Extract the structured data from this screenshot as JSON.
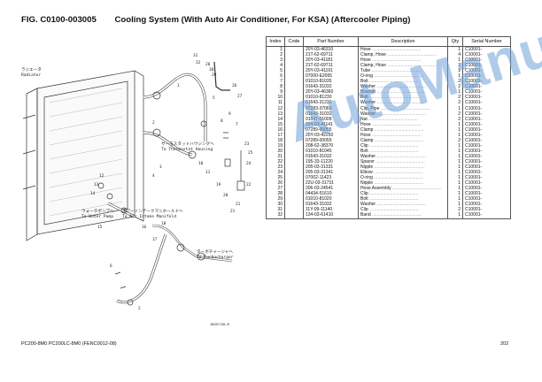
{
  "header": {
    "fig_number": "FIG. C0100-003005",
    "fig_title": "Cooling System (With Auto Air Conditioner, For KSA) (Aftercooler Piping)"
  },
  "table": {
    "columns": [
      "Index",
      "Code",
      "Part Number",
      "Description",
      "Qty",
      "Serial Number"
    ],
    "rows": [
      [
        "1",
        "",
        "20Y-03-46310",
        "Hose",
        "1",
        "C10001-"
      ],
      [
        "2",
        "",
        "21T-62-69711",
        "Clamp, Hose",
        "4",
        "C10001-"
      ],
      [
        "3",
        "",
        "20Y-03-41181",
        "Hose",
        "1",
        "C10001-"
      ],
      [
        "4",
        "",
        "21T-62-69711",
        "Clamp, Hose",
        "2",
        "C10001-"
      ],
      [
        "5",
        "",
        "20Y-03-41191",
        "Tube",
        "1",
        "C10001-"
      ],
      [
        "6",
        "",
        "07000-E2065",
        "O-ring",
        "1",
        "C10001-"
      ],
      [
        "7",
        "",
        "01010-81035",
        "Bolt",
        "2",
        "C10001-"
      ],
      [
        "8",
        "",
        "01643-31032",
        "Washer",
        "2",
        "C10001-"
      ],
      [
        "9",
        "",
        "20Y-03-46360",
        "Bracket",
        "1",
        "C10001-"
      ],
      [
        "10",
        "",
        "01010-81230",
        "Bolt",
        "2",
        "C10001-"
      ],
      [
        "11",
        "",
        "01643-31232",
        "Washer",
        "2",
        "C10001-"
      ],
      [
        "12",
        "",
        "07283-37060",
        "Clip, Pipe",
        "1",
        "C10001-"
      ],
      [
        "13",
        "",
        "01643-31032",
        "Washer",
        "2",
        "C10001-"
      ],
      [
        "14",
        "",
        "01597-01009",
        "Nut",
        "2",
        "C10001-"
      ],
      [
        "15",
        "",
        "20Y-03-41141",
        "Hose",
        "1",
        "C10001-"
      ],
      [
        "16",
        "",
        "07289-00055",
        "Clamp",
        "1",
        "C10001-"
      ],
      [
        "17",
        "",
        "20Y-03-42250",
        "Hose",
        "1",
        "C10001-"
      ],
      [
        "18",
        "",
        "07289-00055",
        "Clamp",
        "2",
        "C10001-"
      ],
      [
        "19",
        "",
        "208-62-38370",
        "Clip",
        "1",
        "C10001-"
      ],
      [
        "20",
        "",
        "01010-81045",
        "Bolt",
        "1",
        "C10001-"
      ],
      [
        "21",
        "",
        "01643-31032",
        "Washer",
        "1",
        "C10001-"
      ],
      [
        "22",
        "",
        "195-33-11220",
        "Spacer",
        "1",
        "C10001-"
      ],
      [
        "23",
        "",
        "205-03-31331",
        "Nipple",
        "1",
        "C10001-"
      ],
      [
        "24",
        "",
        "205-03-31341",
        "Elbow",
        "1",
        "C10001-"
      ],
      [
        "25",
        "",
        "07002-11423",
        "O-ring",
        "1",
        "C10001-"
      ],
      [
        "26",
        "",
        "22U-03-31731",
        "Nipple",
        "1",
        "C10001-"
      ],
      [
        "27",
        "",
        "206-03-24541",
        "Hose Assembly",
        "1",
        "C10001-"
      ],
      [
        "28",
        "",
        "04434-51610",
        "Clip",
        "1",
        "C10001-"
      ],
      [
        "29",
        "",
        "01010-81020",
        "Bolt",
        "1",
        "C10001-"
      ],
      [
        "30",
        "",
        "01643-31032",
        "Washer",
        "1",
        "C10001-"
      ],
      [
        "31",
        "",
        "11Y-09-11140",
        "Clip",
        "2",
        "C10001-"
      ],
      [
        "32",
        "",
        "134-03-61410",
        "Band",
        "1",
        "C10001-"
      ]
    ]
  },
  "diagram": {
    "label_radiator_jp": "ラジエータ",
    "label_radiator": "Radiator",
    "label_thermostat_jp": "サーモスタットハウジングへ",
    "label_thermostat": "To Thermostat Housing",
    "label_waterpump_jp": "ウォータポンプへ",
    "label_waterpump": "To Water Pump",
    "label_intake_jp": "エアーインテークマニホールドへ",
    "label_intake": "To Air Intake Manifold",
    "label_turbo_jp": "ターボチャージャへ",
    "label_turbo": "To Turbocharger",
    "drawing_id": "J0G07130-B",
    "callouts": [
      "31",
      "32",
      "28",
      "30",
      "29",
      "26",
      "27",
      "9",
      "8",
      "7",
      "5",
      "23",
      "25",
      "24",
      "22",
      "1",
      "2",
      "10",
      "11",
      "19",
      "20",
      "21",
      "21",
      "12",
      "13",
      "14",
      "15",
      "16",
      "17",
      "18",
      "3",
      "4",
      "6",
      "2"
    ]
  },
  "watermark": "AutoManual",
  "footer": {
    "left": "PC200-8M0 PC200LC-8M0 (FENC0012-08)",
    "page": "202"
  }
}
